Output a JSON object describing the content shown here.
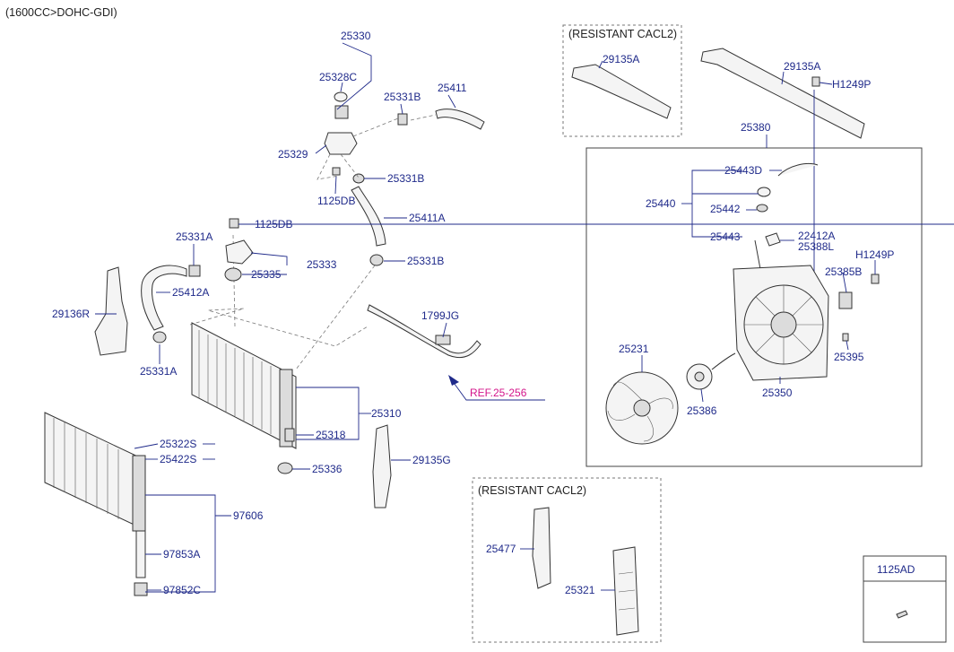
{
  "header": {
    "engine_spec": "(1600CC>DOHC-GDI)"
  },
  "group_labels": {
    "resistant_top": "(RESISTANT CACL2)",
    "resistant_bottom": "(RESISTANT CACL2)",
    "ref_link": "REF.25-256",
    "legend_part": "1125AD"
  },
  "parts": {
    "p25330": "25330",
    "p25328c": "25328C",
    "p25331b_top": "25331B",
    "p25411": "25411",
    "p25329": "25329",
    "p1125db_a": "1125DB",
    "p25331b_mid": "25331B",
    "p25411a": "25411A",
    "p1125db_b": "1125DB",
    "p25331a_top": "25331A",
    "p25333": "25333",
    "p25335": "25335",
    "p25331b_low": "25331B",
    "p25412a": "25412A",
    "p29136r": "29136R",
    "p1799jg": "1799JG",
    "p25331a_low": "25331A",
    "p25310": "25310",
    "p25318": "25318",
    "p25322s": "25322S",
    "p25422s": "25422S",
    "p29135g": "29135G",
    "p25336": "25336",
    "p97606": "97606",
    "p97853a": "97853A",
    "p97852c": "97852C",
    "p29135a_l": "29135A",
    "p29135a_r": "29135A",
    "p h1249p_top": "H1249P",
    "p25380": "25380",
    "p25443d": "25443D",
    "p25440": "25440",
    "p25442": "25442",
    "p25443": "25443",
    "p22412a": "22412A",
    "p25388l": "25388L",
    "ph1249p_mid": "H1249P",
    "p25385b": "25385B",
    "p25231": "25231",
    "p25395": "25395",
    "p25386": "25386",
    "p25350": "25350",
    "p25477": "25477",
    "p25321": "25321",
    "ph1249p_top": "H1249P"
  },
  "colors": {
    "label": "#1f2a8a",
    "ref_link": "#d4148a",
    "outline": "#333333"
  }
}
